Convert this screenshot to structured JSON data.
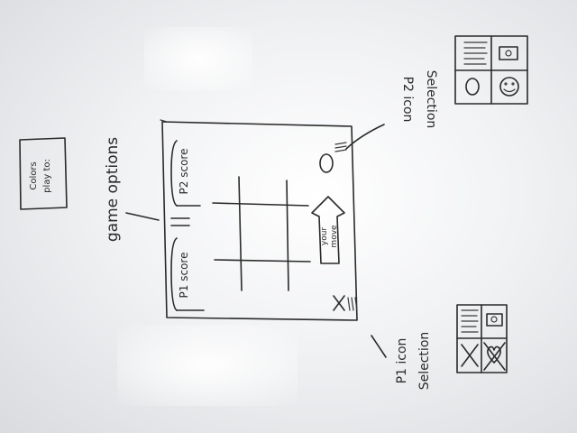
{
  "sketch": {
    "game_options_box": {
      "line1": "Colors",
      "line2": "play to:"
    },
    "game_options_label": "game options",
    "p1_score": "P1 score",
    "p2_score": "P2 score",
    "turn_arrow": {
      "line1": "your",
      "line2": "move"
    },
    "p1_label": {
      "line1": "P1 icon",
      "line2": "Selection"
    },
    "p2_label": {
      "line1": "P2 icon",
      "line2": "Selection"
    },
    "p1_token_icon": "x-mark-icon",
    "p2_token_icon": "o-circle-icon",
    "menu_icon": "hamburger-menu-icon"
  }
}
